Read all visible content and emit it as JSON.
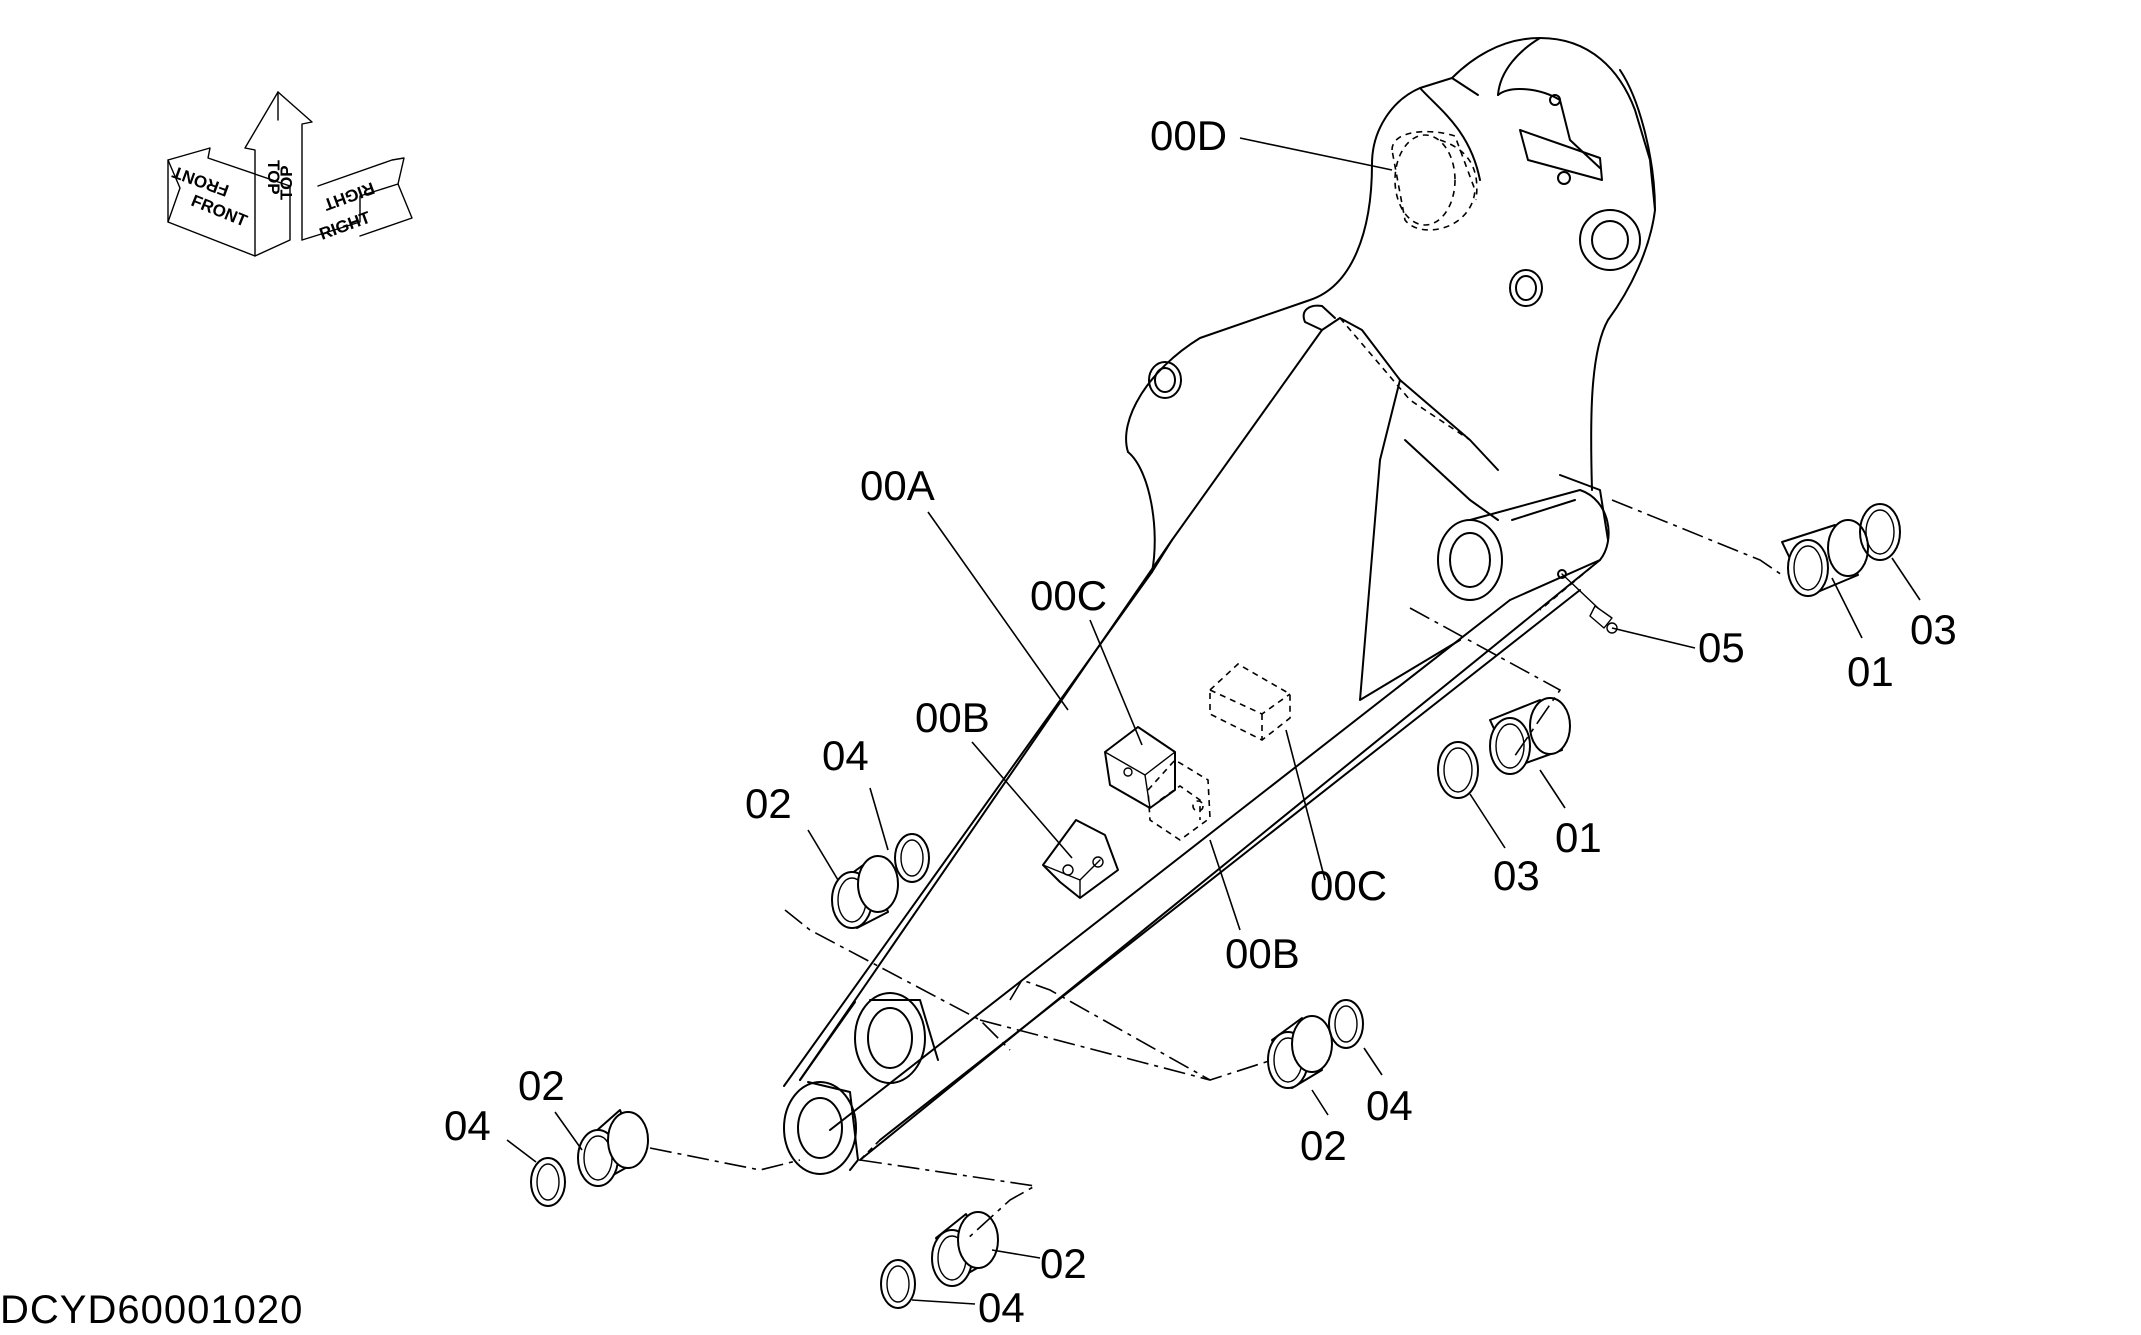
{
  "drawing_code": "DCYD60001020",
  "orientation_labels": {
    "front": "FRONT",
    "top": "TOP",
    "right": "RIGHT"
  },
  "callouts": [
    {
      "id": "00D",
      "text": "00D"
    },
    {
      "id": "00A",
      "text": "00A"
    },
    {
      "id": "00C_upper",
      "text": "00C"
    },
    {
      "id": "00B_left",
      "text": "00B"
    },
    {
      "id": "00C_lower",
      "text": "00C"
    },
    {
      "id": "00B_lower",
      "text": "00B"
    },
    {
      "id": "05",
      "text": "05"
    },
    {
      "id": "01_upper",
      "text": "01"
    },
    {
      "id": "03_upper",
      "text": "03"
    },
    {
      "id": "01_mid",
      "text": "01"
    },
    {
      "id": "03_mid",
      "text": "03"
    },
    {
      "id": "04_a",
      "text": "04"
    },
    {
      "id": "02_a",
      "text": "02"
    },
    {
      "id": "02_b",
      "text": "02"
    },
    {
      "id": "04_b",
      "text": "04"
    },
    {
      "id": "02_c",
      "text": "02"
    },
    {
      "id": "04_c",
      "text": "04"
    },
    {
      "id": "02_d",
      "text": "02"
    },
    {
      "id": "04_d",
      "text": "04"
    }
  ]
}
